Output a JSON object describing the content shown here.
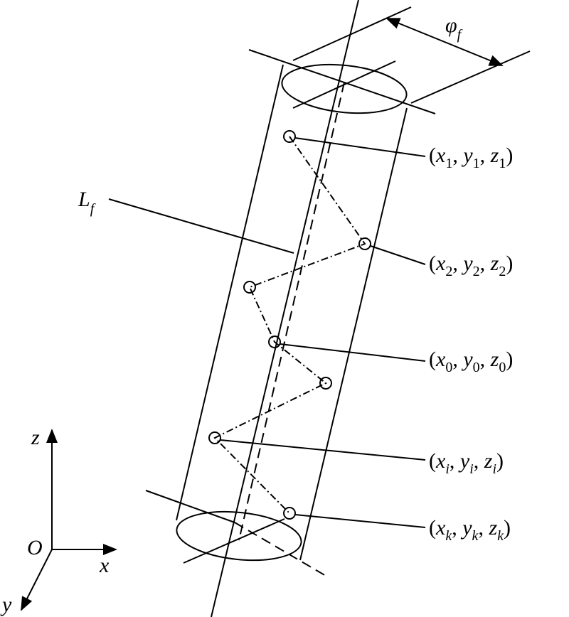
{
  "colors": {
    "ink": "#000000",
    "background": "#ffffff"
  },
  "diameter_label": {
    "symbol": "φ",
    "sub": "f"
  },
  "axis_label": {
    "symbol": "L",
    "sub": "f"
  },
  "coordinate_frame": {
    "origin": "O",
    "x": "x",
    "y": "y",
    "z": "z"
  },
  "points": [
    {
      "x": "x",
      "y": "y",
      "z": "z",
      "sub": "1"
    },
    {
      "x": "x",
      "y": "y",
      "z": "z",
      "sub": "2"
    },
    {
      "x": "x",
      "y": "y",
      "z": "z",
      "sub": "0"
    },
    {
      "x": "x",
      "y": "y",
      "z": "z",
      "sub": "i"
    },
    {
      "x": "x",
      "y": "y",
      "z": "z",
      "sub": "k"
    }
  ],
  "punctuation": {
    "open": "(",
    "close": ")",
    "sep": ", "
  }
}
